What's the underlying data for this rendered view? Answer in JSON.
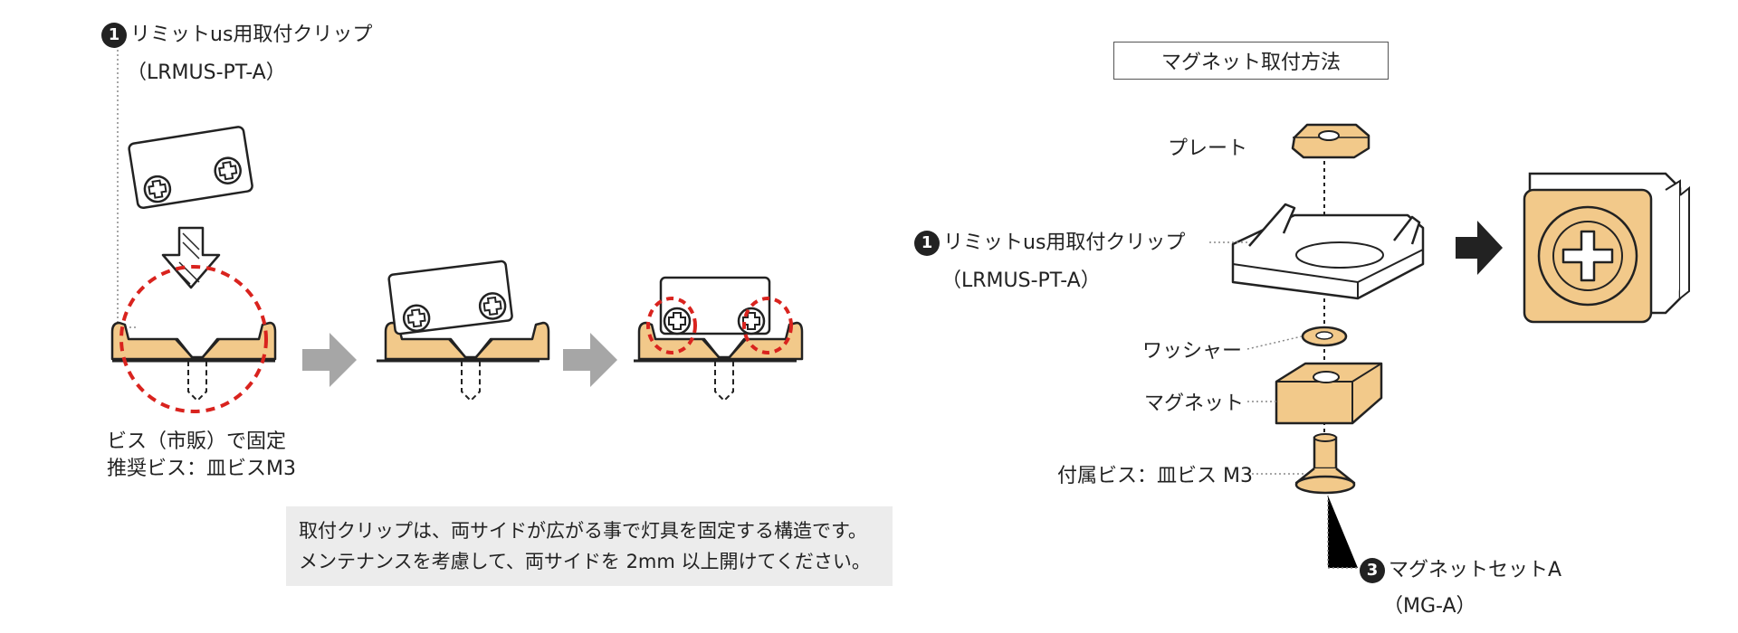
{
  "left": {
    "clip_badge": "1",
    "clip_name": "リミットus用取付クリップ",
    "clip_code": "（LRMUS-PT-A）",
    "screw_line1": "ビス（市販）で固定",
    "screw_line2": "推奨ビス：皿ビスM3",
    "note_line1": "取付クリップは、両サイドが広がる事で灯具を固定する構造です。",
    "note_line2": "メンテナンスを考慮して、両サイドを 2mm 以上開けてください。"
  },
  "right": {
    "title": "マグネット取付方法",
    "plate_label": "プレート",
    "clip_badge": "1",
    "clip_name": "リミットus用取付クリップ",
    "clip_code": "（LRMUS-PT-A）",
    "washer_label": "ワッシャー",
    "magnet_label": "マグネット",
    "screw_label": "付属ビス：皿ビス M3",
    "set_badge": "3",
    "set_name": "マグネットセットA",
    "set_code": "（MG-A）"
  },
  "colors": {
    "part_fill": "#f2c98a",
    "dark": "#222222",
    "arrow_gray": "#a6a6a6",
    "highlight_red": "#d9231e",
    "note_bg": "#ececec"
  },
  "icons": [
    "down-arrow-icon",
    "right-arrow-icon",
    "phillips-screw-icon"
  ]
}
